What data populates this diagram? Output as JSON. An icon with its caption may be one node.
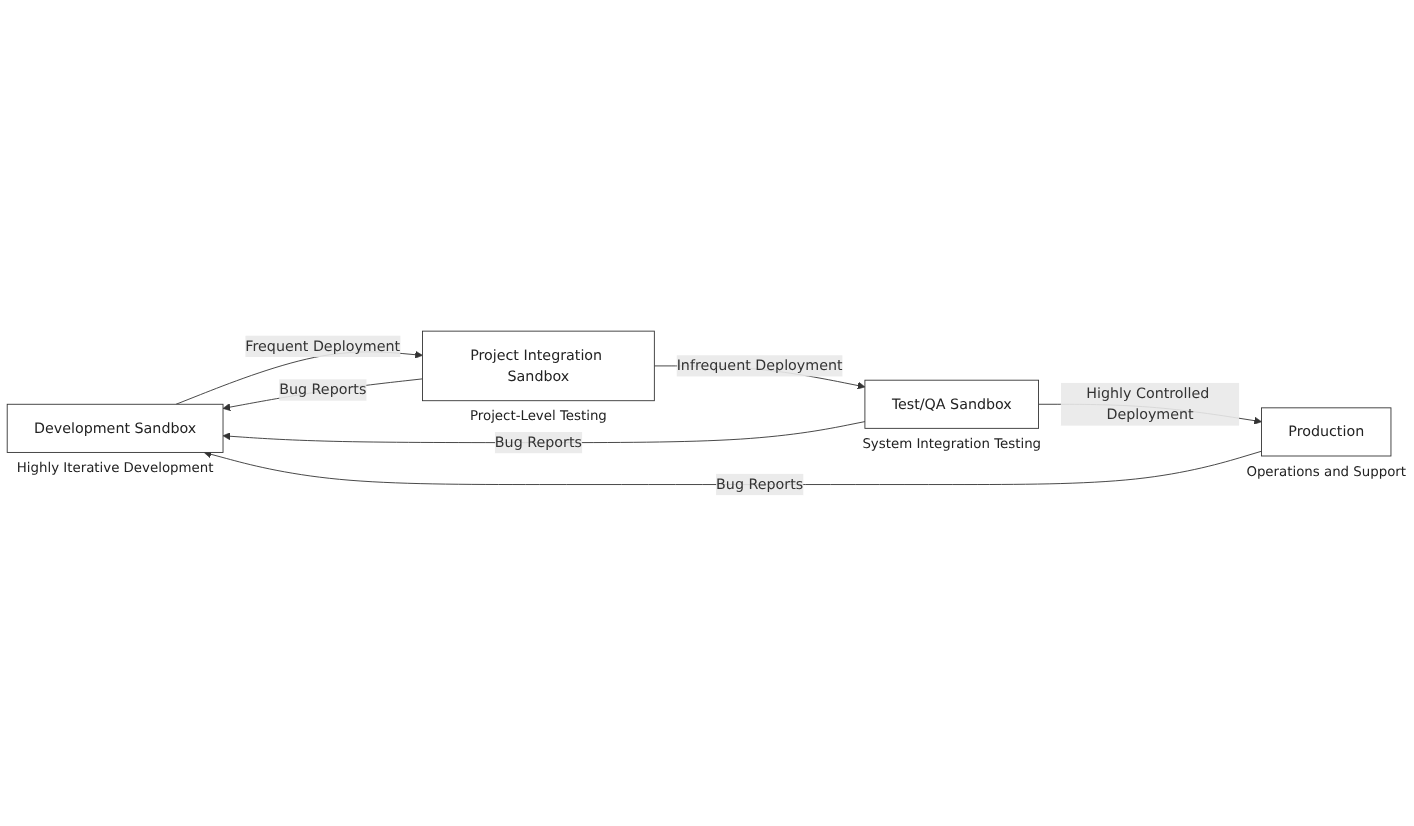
{
  "diagram": {
    "nodes": [
      {
        "text": [
          "Development Sandbox"
        ],
        "beside": [
          "Highly Iterative Development"
        ]
      },
      {
        "text": [
          "Project Integration Sandbox"
        ],
        "beside": [
          "Project-Level Testing"
        ]
      },
      {
        "text": [
          "Test/QA Sandbox"
        ],
        "beside": [
          "System Integration Testing"
        ]
      },
      {
        "text": [
          "Production"
        ],
        "beside": [
          "Operations and Support"
        ]
      }
    ],
    "edges": [
      {
        "from": 0,
        "to": 1,
        "arrow": "to",
        "label": "Frequent Deployment"
      },
      {
        "from": 1,
        "to": 2,
        "arrow": "to",
        "label": "Infrequent Deployment"
      },
      {
        "from": 2,
        "to": 3,
        "arrow": "to",
        "label": "Highly Controlled Deployment"
      },
      {
        "from": 1,
        "to": 0,
        "arrow": "to",
        "label": "Bug Reports"
      },
      {
        "from": 2,
        "to": 0,
        "arrow": "to",
        "label": "Bug Reports"
      },
      {
        "from": 3,
        "to": 0,
        "arrow": "to",
        "label": "Bug Reports"
      }
    ]
  }
}
